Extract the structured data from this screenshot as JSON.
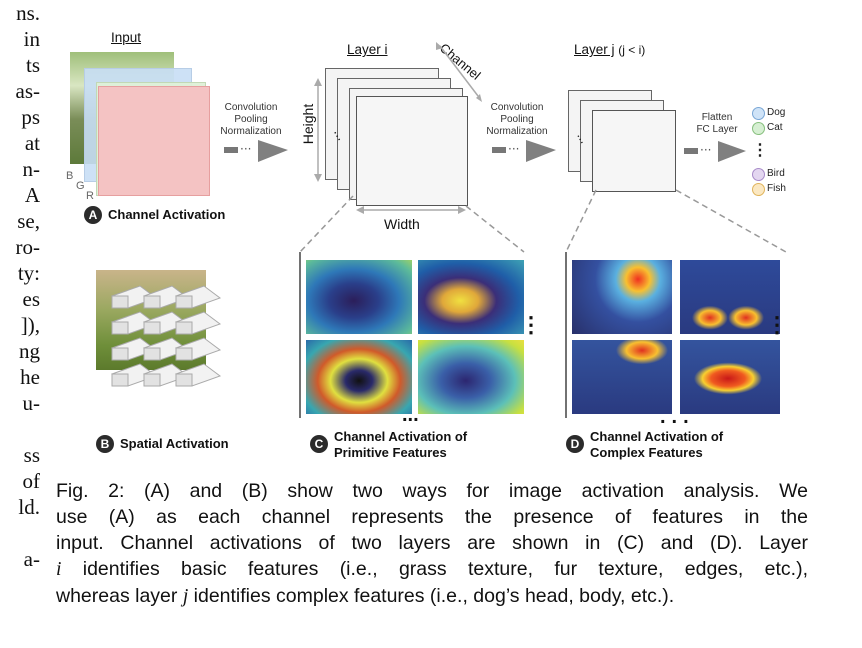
{
  "left_margin_lines": [
    "ns.",
    "in",
    "ts",
    "as-",
    "ps",
    "at",
    "n-",
    "A",
    "se,",
    "ro-",
    "ty:",
    "es",
    "]),",
    "ng",
    "he",
    "u-",
    "",
    "ss",
    "of",
    "ld.",
    "",
    "a-"
  ],
  "figure": {
    "input_label": "Input",
    "channel_letters": [
      "B",
      "G",
      "R"
    ],
    "op1_lines": [
      "Convolution",
      "Pooling",
      "Normalization"
    ],
    "op2_lines": [
      "Convolution",
      "Pooling",
      "Normalization"
    ],
    "op3_lines": [
      "Flatten",
      "FC Layer"
    ],
    "layer_i_label": "Layer i",
    "layer_j_label": "Layer j",
    "layer_j_suffix": "(j < i)",
    "height_label": "Height",
    "width_label": "Width",
    "channel_label": "Channel",
    "ellipsis": "...",
    "dots": "⋮",
    "classes": [
      {
        "name": "Dog",
        "color": "#cfe3f7",
        "border": "#7aa7d6"
      },
      {
        "name": "Cat",
        "color": "#d6efd2",
        "border": "#88c07f"
      },
      {
        "name": "Bird",
        "color": "#e3d6f0",
        "border": "#a88bc9"
      },
      {
        "name": "Fish",
        "color": "#fbe8c2",
        "border": "#e0b45c"
      }
    ],
    "panels": {
      "A": {
        "badge": "A",
        "title": "Channel Activation"
      },
      "B": {
        "badge": "B",
        "title": "Spatial Activation"
      },
      "C": {
        "badge": "C",
        "title_lines": [
          "Channel Activation of",
          "Primitive Features"
        ]
      },
      "D": {
        "badge": "D",
        "title_lines": [
          "Channel Activation of",
          "Complex Features"
        ]
      }
    }
  },
  "caption": {
    "line1": "Fig. 2: (A) and (B) show two ways for image activation analysis. We",
    "line2": "use (A) as each channel represents the presence of features in the",
    "line3": "input. Channel activations of two layers are shown in (C) and (D). Layer",
    "line4_var": "i",
    "line4_rest": " identifies basic features (i.e., grass texture, fur texture, edges, etc.),",
    "line5_start": "whereas layer ",
    "line5_var": "j",
    "line5_rest": " identifies complex features (i.e., dog’s head, body, etc.)."
  }
}
